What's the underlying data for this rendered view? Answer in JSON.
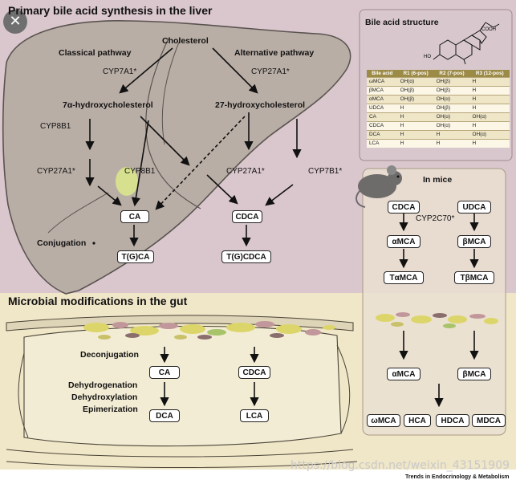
{
  "colors": {
    "liver_panel_bg": "#dac7cd",
    "liver_fill": "#b9aea6",
    "gut_panel_bg": "#f0e6c8",
    "structure_panel_bg": "#d8c8cd",
    "mice_panel_bg": "#eadfd1",
    "table_header": "#9c8a47",
    "bacteria_yellow": "#dcd56a",
    "bacteria_pink": "#c2979b"
  },
  "liver": {
    "title": "Primary bile acid synthesis in the liver",
    "cholesterol": "Cholesterol",
    "classical_pathway": "Classical pathway",
    "alternative_pathway": "Alternative pathway",
    "cyp7a1": "CYP7A1",
    "cyp27a1_top": "CYP27A1",
    "seven_alpha": "7α-hydroxycholesterol",
    "twentyseven_hydroxy": "27-hydroxycholesterol",
    "cyp8b1_left": "CYP8B1",
    "cyp27a1_left": "CYP27A1",
    "cyp8b1_center": "CYP8B1",
    "cyp27a1_right": "CYP27A1",
    "cyp7b1": "CYP7B1",
    "ca": "CA",
    "cdca": "CDCA",
    "conjugation": "Conjugation",
    "tgca": "T(G)CA",
    "tgcdca": "T(G)CDCA",
    "asterisk": "*"
  },
  "structure": {
    "title": "Bile acid structure",
    "cooh": "COOH",
    "ho": "HO",
    "r1": "R1",
    "r2": "R2",
    "r3": "R3",
    "table_headers": [
      "Bile acid",
      "R1 (6-pos)",
      "R2 (7-pos)",
      "R3 (12-pos)"
    ],
    "table_rows": [
      [
        "ωMCA",
        "OH(α)",
        "OH(β)",
        "H"
      ],
      [
        "βMCA",
        "OH(β)",
        "OH(β)",
        "H"
      ],
      [
        "αMCA",
        "OH(β)",
        "OH(α)",
        "H"
      ],
      [
        "UDCA",
        "H",
        "OH(β)",
        "H"
      ],
      [
        "CA",
        "H",
        "OH(α)",
        "OH(α)"
      ],
      [
        "CDCA",
        "H",
        "OH(α)",
        "H"
      ],
      [
        "DCA",
        "H",
        "H",
        "OH(α)"
      ],
      [
        "LCA",
        "H",
        "H",
        "H"
      ]
    ]
  },
  "mice": {
    "title": "In mice",
    "cdca": "CDCA",
    "udca": "UDCA",
    "cyp2c70": "CYP2C70",
    "amca": "αMCA",
    "bmca": "βMCA",
    "tamca": "TαMCA",
    "tbmca": "TβMCA",
    "amca_gut": "αMCA",
    "bmca_gut": "βMCA",
    "omca": "ωMCA",
    "hca": "HCA",
    "hdca": "HDCA",
    "mdca": "MDCA"
  },
  "gut": {
    "title": "Microbial modifications in the gut",
    "deconjugation": "Deconjugation",
    "dehydrogenation": "Dehydrogenation",
    "dehydroxylation": "Dehydroxylation",
    "epimerization": "Epimerization",
    "ca": "CA",
    "cdca": "CDCA",
    "dca": "DCA",
    "lca": "LCA"
  },
  "ui": {
    "close_symbol": "✕"
  },
  "watermark": "https://blog.csdn.net/weixin_43151909",
  "credit": "Trends in Endocrinology & Metabolism"
}
